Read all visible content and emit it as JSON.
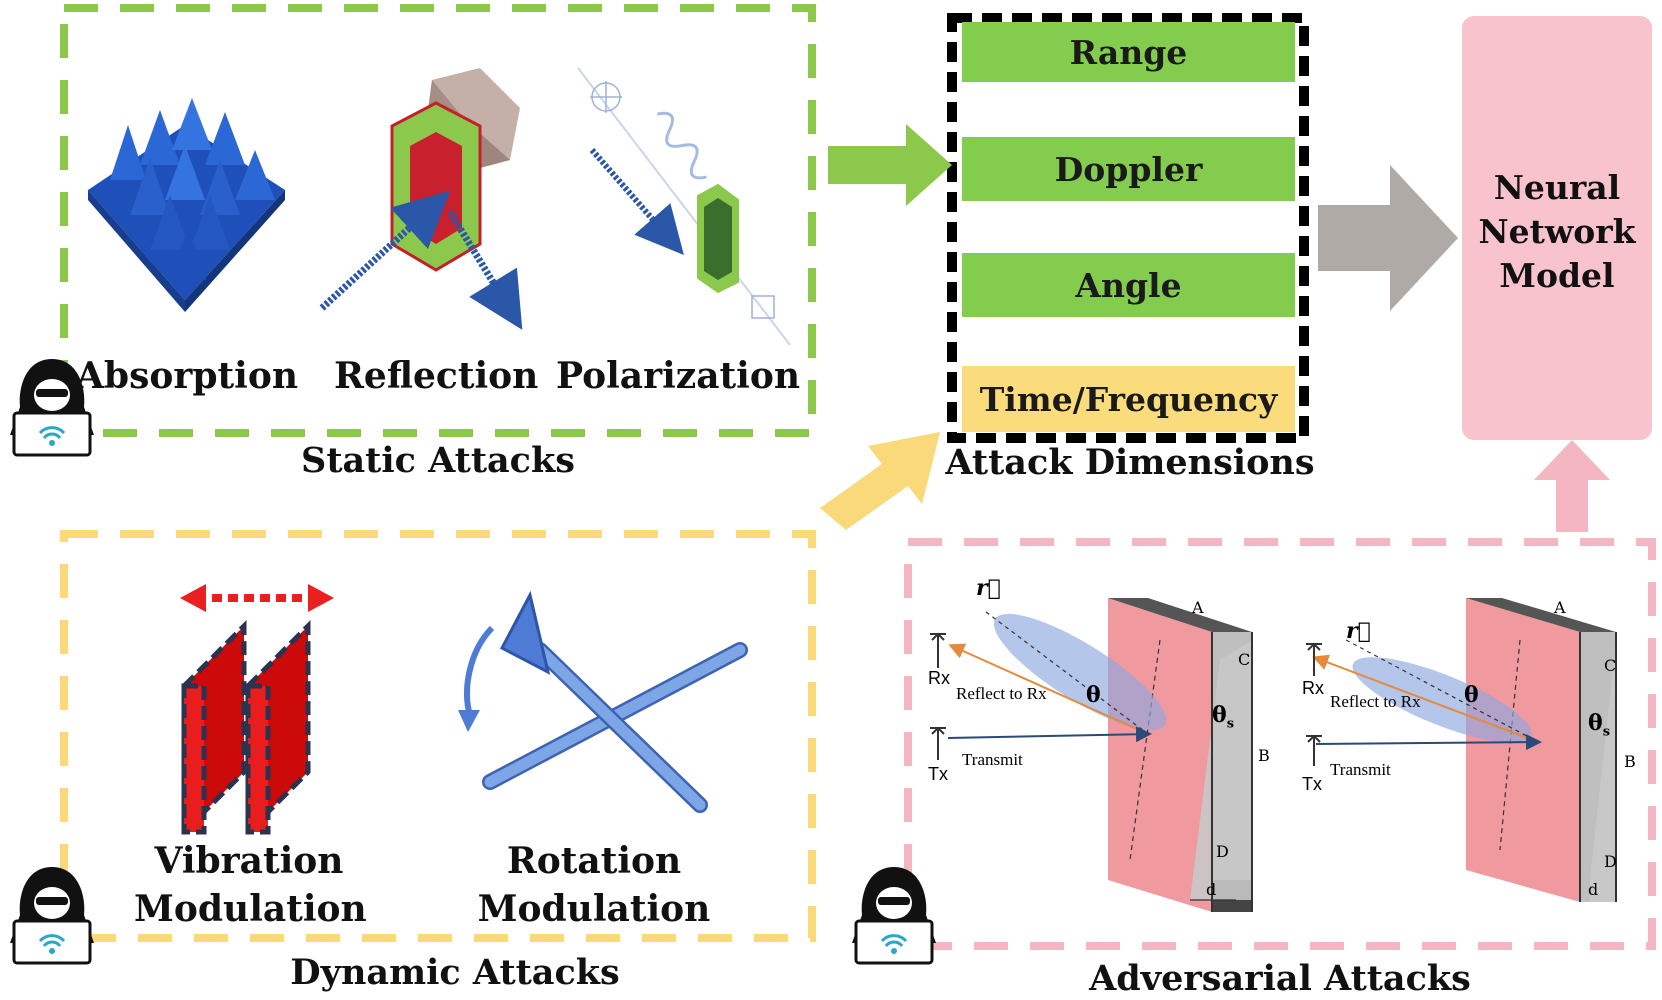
{
  "static_group": {
    "title": "Static Attacks",
    "items": [
      "Absorption",
      "Reflection",
      "Polarization"
    ]
  },
  "dynamic_group": {
    "title": "Dynamic Attacks",
    "items": [
      {
        "line1": "Vibration",
        "line2": "Modulation"
      },
      {
        "line1": "Rotation",
        "line2": "Modulation"
      }
    ]
  },
  "dimensions": {
    "title": "Attack Dimensions",
    "items": [
      "Range",
      "Doppler",
      "Angle",
      "Time/Frequency"
    ]
  },
  "model": {
    "line1": "Neural",
    "line2": "Network",
    "line3": "Model"
  },
  "adversarial_group": {
    "title": "Adversarial Attacks",
    "left_diagram": {
      "r": "r⃗",
      "rx": "Rx",
      "tx": "Tx",
      "reflect": "Reflect to Rx",
      "transmit": "Transmit",
      "theta": "θ",
      "theta_s": "θ",
      "s": "s",
      "A": "A",
      "B": "B",
      "C": "C",
      "D": "D",
      "d": "d"
    },
    "right_diagram": {
      "r": "r⃗",
      "rx": "Rx",
      "tx": "Tx",
      "reflect": "Reflect to Rx",
      "transmit": "Transmit",
      "theta": "θ",
      "theta_s": "θ",
      "s": "s",
      "A": "A",
      "B": "B",
      "C": "C",
      "D": "D",
      "d": "d"
    }
  },
  "colors": {
    "static": "#8cc84b",
    "dynamic": "#fad97a",
    "adversarial": "#f4b6c2",
    "model_fill": "#f8c3cc",
    "dim_green": "#84cc4e",
    "dim_yellow": "#fbdc7c",
    "gray_arrow": "#b0aaa7"
  }
}
